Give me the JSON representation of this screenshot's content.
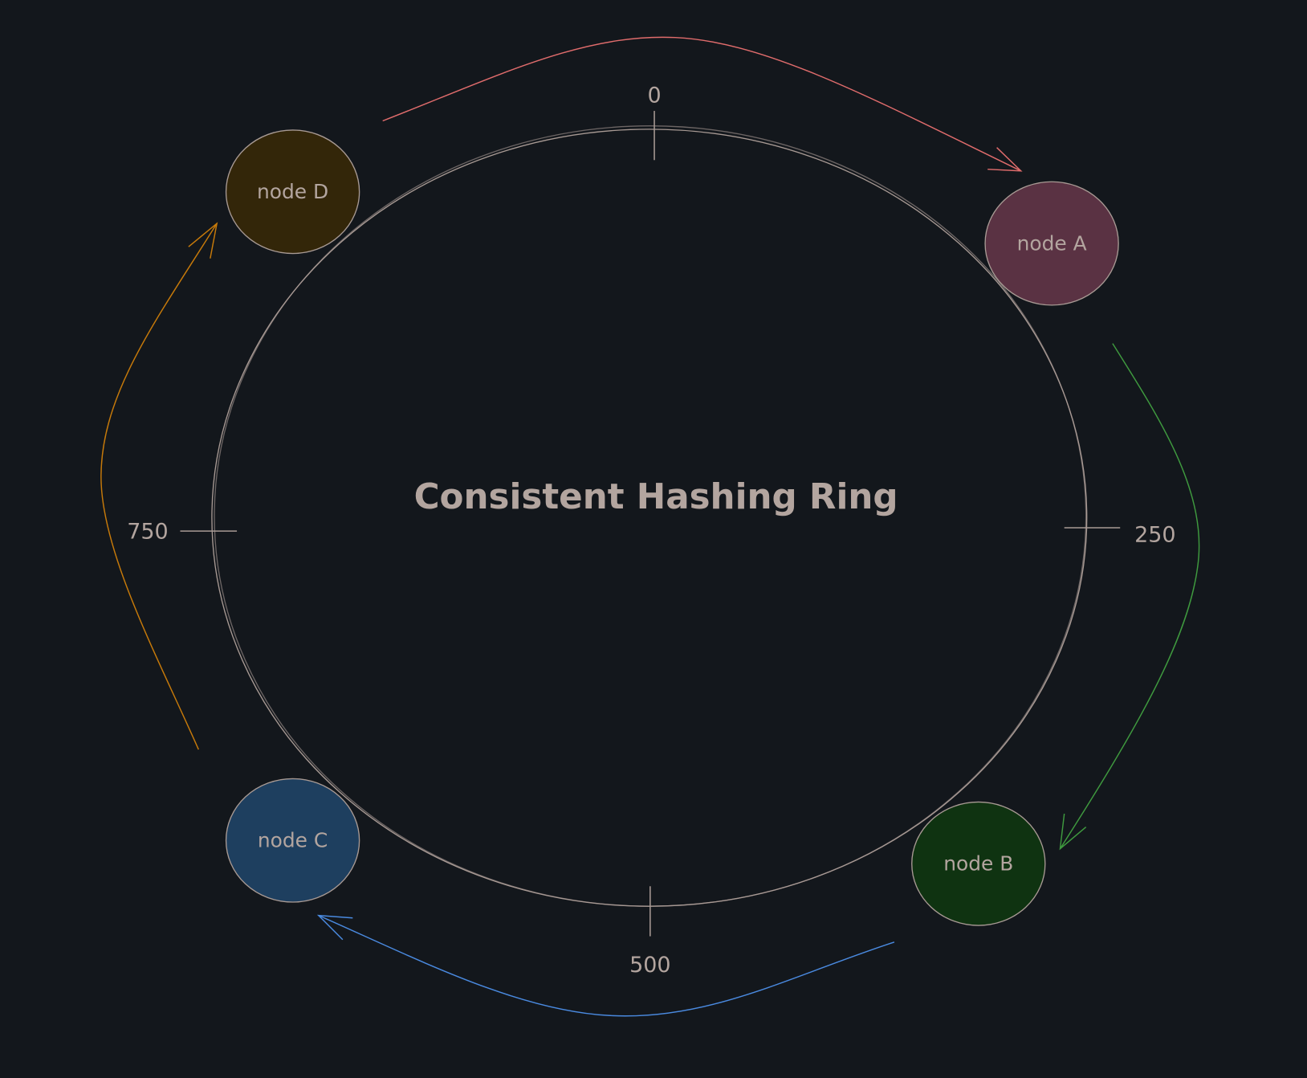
{
  "title": "Consistent Hashing Ring",
  "ticks": [
    "0",
    "250",
    "500",
    "750"
  ],
  "nodes": [
    {
      "label": "node A",
      "color": "#5a3243"
    },
    {
      "label": "node B",
      "color": "#0f3311"
    },
    {
      "label": "node C",
      "color": "#1e3f5f"
    },
    {
      "label": "node D",
      "color": "#332609"
    }
  ],
  "arrows": [
    {
      "from": "node D",
      "to": "node A",
      "color": "#e06c6c"
    },
    {
      "from": "node A",
      "to": "node B",
      "color": "#3f9a3f"
    },
    {
      "from": "node B",
      "to": "node C",
      "color": "#4a8ae0"
    },
    {
      "from": "node C",
      "to": "node D",
      "color": "#c77a0a"
    }
  ],
  "colors": {
    "background": "#13171c",
    "stroke": "#a89a94",
    "text": "#b3a59f"
  }
}
